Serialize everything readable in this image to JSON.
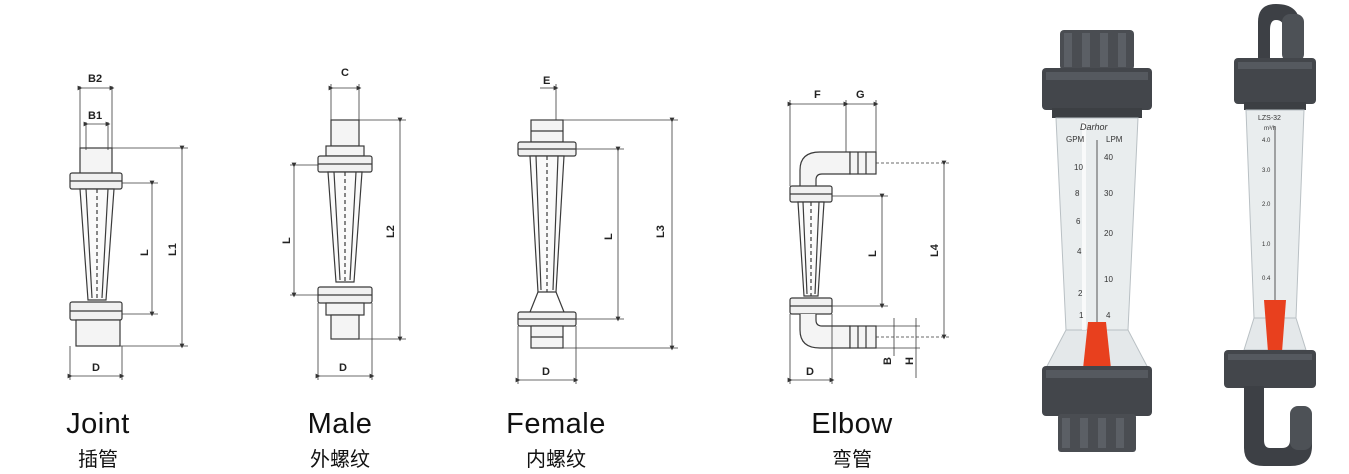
{
  "figure": {
    "diagrams": [
      {
        "key": "joint",
        "name_en": "Joint",
        "name_zh": "插管",
        "dims": {
          "b2": "B2",
          "b1": "B1",
          "l": "L",
          "l1": "L1",
          "d": "D"
        }
      },
      {
        "key": "male",
        "name_en": "Male",
        "name_zh": "外螺纹",
        "dims": {
          "c": "C",
          "l": "L",
          "l2": "L2",
          "d": "D"
        }
      },
      {
        "key": "female",
        "name_en": "Female",
        "name_zh": "内螺纹",
        "dims": {
          "e": "E",
          "l": "L",
          "l3": "L3",
          "d": "D"
        }
      },
      {
        "key": "elbow",
        "name_en": "Elbow",
        "name_zh": "弯管",
        "dims": {
          "f": "F",
          "g": "G",
          "l": "L",
          "l4": "L4",
          "d": "D",
          "b": "B",
          "h": "H"
        }
      }
    ],
    "photo1": {
      "brand": "Darhor",
      "unit_left": "GPM",
      "unit_right": "LPM",
      "gpm_ticks": [
        "10",
        "8",
        "6",
        "4",
        "2",
        "1"
      ],
      "lpm_ticks": [
        "40",
        "30",
        "20",
        "10",
        "4"
      ],
      "float_color": "#e8401e"
    },
    "photo2": {
      "model": "LZS-32",
      "unit": "m³/h",
      "ticks": [
        "4.0",
        "3.0",
        "2.0",
        "1.0",
        "0.4"
      ],
      "float_color": "#e8401e"
    },
    "colors": {
      "line": "#3a3a3a",
      "pvc_gray": "#4a4d52",
      "tube_clear": "#e8ecee"
    }
  }
}
